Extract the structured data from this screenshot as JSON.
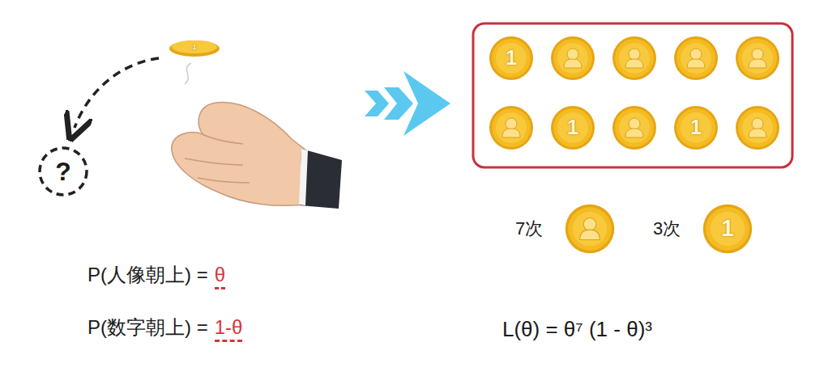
{
  "diagram": {
    "nodes": [
      {
        "text": [
          "?"
        ]
      }
    ],
    "labels": [
      "1",
      "P(人像朝上) =",
      "θ",
      "P(数字朝上) =",
      "1-θ",
      "1",
      "1",
      "1",
      "7次",
      "3次",
      "1",
      "L(θ) = θ⁷ (1 - θ)³"
    ]
  }
}
